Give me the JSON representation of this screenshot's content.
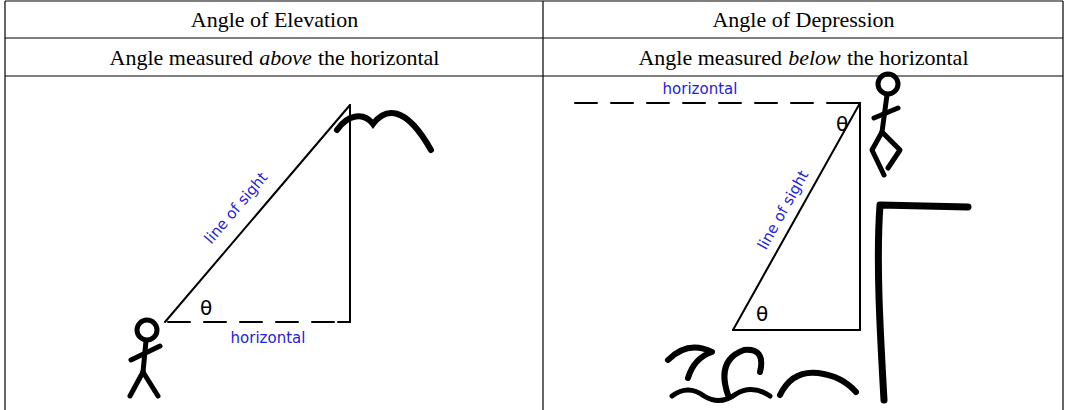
{
  "diagram": {
    "labels": [
      "Angle of Elevation",
      "Angle of Depression",
      "Angle measured",
      "above",
      "the horizontal",
      "Angle measured",
      "below",
      "the horizontal",
      "line of sight",
      "θ",
      "horizontal",
      "horizontal",
      "θ",
      "line of sight",
      "θ"
    ]
  }
}
